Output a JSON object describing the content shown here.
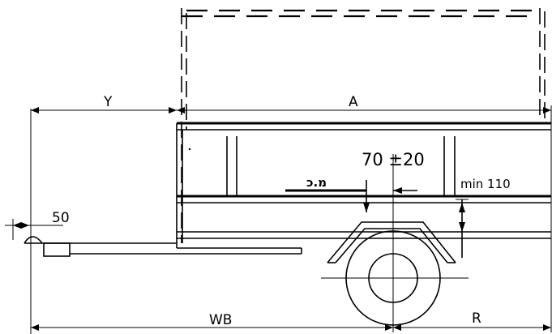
{
  "labels": {
    "y": "Y",
    "a": "A",
    "tolerance": "70 ±20",
    "cg": "מ.כ",
    "min_height": "min  110",
    "hitch_offset": "50",
    "wb": "WB",
    "r": "R"
  }
}
